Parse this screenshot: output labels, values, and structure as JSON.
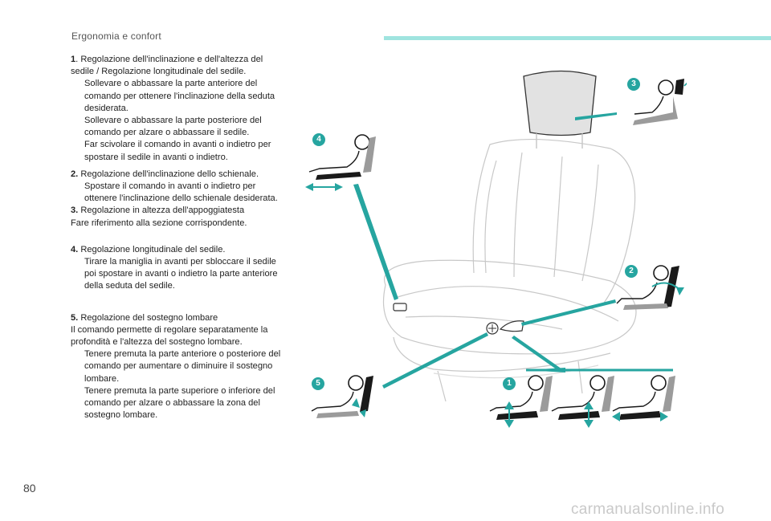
{
  "header": {
    "title": "Ergonomia e confort"
  },
  "page_number": "80",
  "watermark": "carmanualsonline.info",
  "bullet_glyph": "",
  "sections": [
    {
      "num": "1",
      "title": ". Regolazione dell'inclinazione e dell'altezza del sedile / Regolazione longitudinale del sedile.",
      "bullets": [
        "Sollevare o abbassare la parte anteriore del comando per ottenere l'inclinazione della seduta desiderata.",
        "Sollevare o abbassare la parte posteriore del comando per alzare o abbassare il sedile.",
        "Far scivolare il comando in avanti o indietro per spostare il sedile in avanti o indietro."
      ]
    },
    {
      "num": "2.",
      "title": " Regolazione dell'inclinazione dello schienale.",
      "bullets": [
        "Spostare il comando in avanti o indietro per ottenere l'inclinazione dello schienale desiderata."
      ]
    },
    {
      "num": "3.",
      "title": " Regolazione in altezza dell'appoggiatesta",
      "body": "Fare riferimento alla sezione corrispondente."
    },
    {
      "num": "4.",
      "title": " Regolazione longitudinale del sedile.",
      "bullets": [
        "Tirare la maniglia in avanti per sbloccare il sedile poi spostare in avanti o indietro la parte anteriore della seduta del sedile."
      ]
    },
    {
      "num": "5.",
      "title": " Regolazione del sostegno lombare",
      "body": "Il comando permette di regolare separatamente la profondità e l'altezza del sostegno lombare.",
      "bullets": [
        "Tenere premuta la parte anteriore o posteriore del comando per aumentare o diminuire il sostegno lombare.",
        "Tenere premuta la parte superiore o inferiore del comando per alzare o abbassare la zona del sostegno lombare."
      ]
    }
  ],
  "badges": [
    "1",
    "2",
    "3",
    "4",
    "5"
  ],
  "colors": {
    "teal": "#26a5a0",
    "header_bar": "#9fe4df",
    "seat_gray": "#e2e2e2",
    "dark": "#1a1a1a"
  }
}
